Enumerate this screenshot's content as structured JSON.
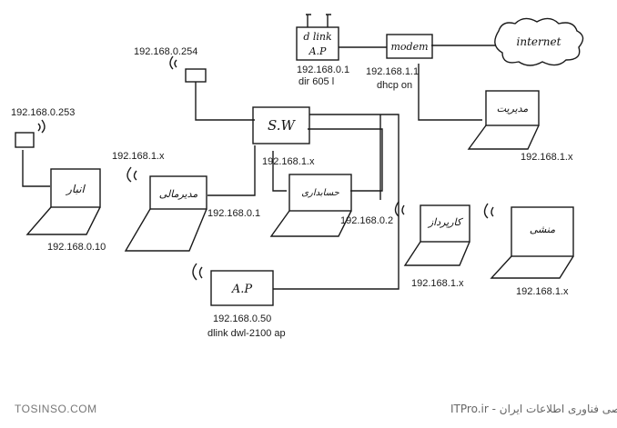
{
  "devices": {
    "dlink_ap": {
      "label_line1": "d link",
      "label_line2": "A.P",
      "ip": "192.168.0.1",
      "model": "dir 605 l"
    },
    "modem": {
      "label": "modem",
      "ip": "192.168.1.1",
      "note": "dhcp on"
    },
    "internet": {
      "label": "internet"
    },
    "switch": {
      "label": "S.W"
    },
    "ap2100": {
      "label": "A.P",
      "ip": "192.168.0.50",
      "model": "dlink dwl-2100 ap"
    },
    "ap_top": {
      "ip": "192.168.0.254"
    },
    "ap_left": {
      "ip": "192.168.0.253"
    }
  },
  "laptops": {
    "anbar": {
      "screen": "انبار",
      "ip": "192.168.0.10"
    },
    "modir_mali": {
      "screen": "مدیرمالی",
      "ip": "192.168.1.x",
      "ip2": "192.168.0.1"
    },
    "hesabdari": {
      "screen": "حسابداری",
      "ip": "192.168.1.x",
      "ip2": "192.168.0.2"
    },
    "modiriat": {
      "screen": "مدیریت",
      "ip": "192.168.1.x"
    },
    "karpardaz": {
      "screen": "کارپرداز",
      "ip": "192.168.1.x"
    },
    "monshi": {
      "screen": "منشی",
      "ip": "192.168.1.x"
    }
  },
  "footer": {
    "left": "TOSINSO.COM",
    "right": "ITPro.ir - انجمن تخصصی فناوری اطلاعات ایران"
  }
}
